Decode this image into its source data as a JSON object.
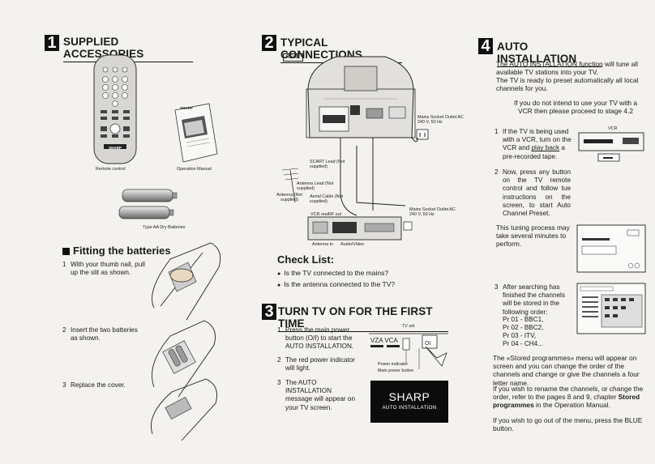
{
  "sec1": {
    "number": "1",
    "title": "SUPPLIED ACCESSORIES",
    "remote_caption": "Remote control",
    "manual_caption": "Operation Manual",
    "batteries_caption": "Type AA Dry Batteries",
    "brand": "SHARP",
    "fitting_title": "Fitting the batteries",
    "steps": [
      {
        "n": "1",
        "text": "With your thumb nail, pull up the slit as shown."
      },
      {
        "n": "2",
        "text": "Insert the two batteries as shown."
      },
      {
        "n": "3",
        "text": "Replace the cover."
      }
    ]
  },
  "sec2": {
    "number": "2",
    "title": "TYPICAL CONNECTIONS",
    "rear_label": "REAR",
    "mains1": "Mains Socket Outlet AC 240 V, 50 Hz",
    "scart": "SCART Lead (Not supplied)",
    "antenna_lead": "Antenna Lead (Not supplied)",
    "antenna": "Antenna (Not supplied)",
    "aerial": "Aerial Cable (Not supplied)",
    "vcr_rear": "VCR rear",
    "rf_out": "RF out",
    "mains2": "Mains Socket Outlet AC 240 V, 50 Hz",
    "antenna_in": "Antenna in",
    "audio_video": "Audio/Video",
    "checklist_title": "Check List:",
    "checklist": [
      "Is the TV connected to the mains?",
      "Is the antenna connected to the TV?"
    ]
  },
  "sec3": {
    "number": "3",
    "title": "TURN TV ON FOR THE FIRST TIME",
    "tv_set_label": "TV set",
    "power_indicator": "Power indicator",
    "main_power": "Main power button",
    "steps": [
      {
        "n": "1",
        "text": "Press the main power button (O/I) to start the AUTO INSTALLATION."
      },
      {
        "n": "2",
        "text": "The red power indicator will light."
      },
      {
        "n": "3",
        "text": "The AUTO INSTALLATION message will appear on your TV screen."
      }
    ],
    "screen_brand": "SHARP",
    "screen_text": "AUTO INSTALLATION"
  },
  "sec4": {
    "number": "4",
    "title": "AUTO INSTALLATION",
    "intro1": "The AUTO INSTALLATION function will tune all available TV stations into your TV.",
    "intro2": "The TV is ready to preset automatically all local channels for you.",
    "note": "If you do not intend to use your TV with a VCR then please proceed to stage 4.2",
    "vcr_label": "VCR",
    "step1_n": "1",
    "step1_a": "If the TV is being used with a VCR, turn on the VCR and ",
    "step1_u": "play back",
    "step1_b": " a pre-recorded tape.",
    "step2_n": "2",
    "step2": "Now, press any button on the TV remote control and follow tue instructions on the screen, to start Auto Channel Preset.",
    "tuning": "This tuning process may take several minutes to perform.",
    "step3_n": "3",
    "step3_intro": "After searching has finished the channels will be stored in the following order:",
    "channels": [
      "Pr 01 - BBC1,",
      "Pr 02 - BBC2,",
      "Pr 03 - ITV,",
      "Pr 04 - CH4..."
    ],
    "stored": "The «Stored programmes» menu will appear on screen and you can change the order of the channels and change or give the channels a four letter name.",
    "rename_a": "If you wish to rename the channels, or change the order, refer to the pages 8 and 9, chapter ",
    "rename_b": "Stored programmes",
    "rename_c": " in the Operation Manual.",
    "exit": "If you wish to go out of the menu, press the BLUE button."
  }
}
